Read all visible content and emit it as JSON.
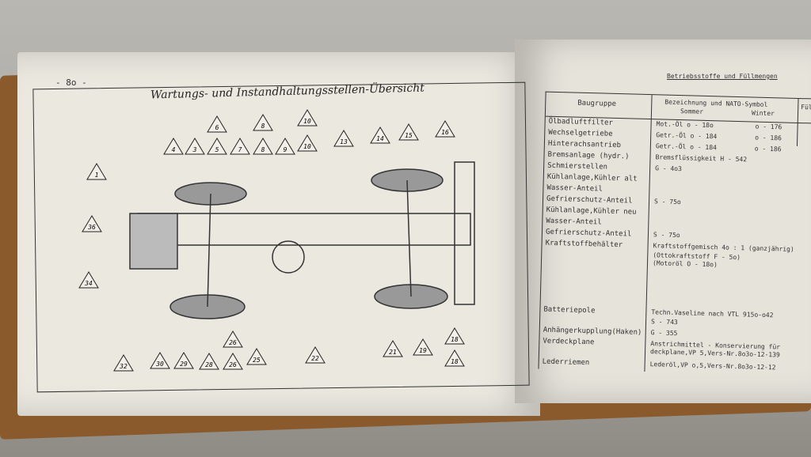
{
  "left_page": {
    "page_number": "- 8o -",
    "title": "Wartungs- und Instandhaltungsstellen-Übersicht",
    "labels": [
      "6",
      "8",
      "10",
      "4",
      "3",
      "5",
      "7",
      "8",
      "9",
      "10",
      "13",
      "14",
      "15",
      "16",
      "1",
      "36",
      "34",
      "32",
      "30",
      "29",
      "28",
      "26",
      "26",
      "25",
      "22",
      "21",
      "19",
      "18",
      "18"
    ]
  },
  "right_page": {
    "title": "Betriebsstoffe und Füllmengen",
    "headers": {
      "group": "Baugruppe",
      "designation": "Bezeichnung und NATO-Symbol",
      "summer": "Sommer",
      "winter": "Winter",
      "fill": "Füll L"
    },
    "rows": [
      {
        "group": "Ölbadluftfilter",
        "summer": "Mot.-Öl  o - 18o",
        "winter": "o - 176"
      },
      {
        "group": "Wechselgetriebe",
        "summer": "Getr.-Öl  o - 184",
        "winter": "o - 186"
      },
      {
        "group": "Hinterachsantrieb",
        "summer": "Getr.-Öl  o - 184",
        "winter": "o - 186"
      },
      {
        "group": "Bremsanlage (hydr.)",
        "summer": "Bremsflüssigkeit  H - 542",
        "winter": ""
      },
      {
        "group": "Schmierstellen",
        "summer": "G - 4o3",
        "winter": ""
      },
      {
        "group": "Kühlanlage,Kühler alt",
        "summer": "",
        "winter": ""
      },
      {
        "group": "Wasser-Anteil",
        "summer": "",
        "winter": ""
      },
      {
        "group": "Gefrierschutz-Anteil",
        "summer": "S - 75o",
        "winter": ""
      },
      {
        "group": "Kühlanlage,Kühler neu",
        "summer": "",
        "winter": ""
      },
      {
        "group": "Wasser-Anteil",
        "summer": "",
        "winter": ""
      },
      {
        "group": "Gefrierschutz-Anteil",
        "summer": "S - 75o",
        "winter": ""
      },
      {
        "group": "Kraftstoffbehälter",
        "summer": "Kraftstoffgemisch 4o : 1 (ganzjährig)",
        "winter": ""
      },
      {
        "group": "",
        "summer": "(Ottokraftstoff  F - 5o)",
        "winter": ""
      },
      {
        "group": "",
        "summer": "(Motoröl  O - 18o)",
        "winter": ""
      },
      {
        "group": "Batteriepole",
        "summer": "Techn.Vaseline nach VTL 915o-o42",
        "winter": ""
      },
      {
        "group": "",
        "summer": "S - 743",
        "winter": ""
      },
      {
        "group": "Anhängerkupplung(Haken)",
        "summer": "G - 355",
        "winter": ""
      },
      {
        "group": "Verdeckplane",
        "summer": "Anstrichmittel - Konservierung für",
        "winter": ""
      },
      {
        "group": "",
        "summer": "deckplane,VP 5,Vers-Nr.8o3o-12-139",
        "winter": ""
      },
      {
        "group": "Lederriemen",
        "summer": "Lederöl,VP o,5,Vers-Nr.8o3o-12-12",
        "winter": ""
      }
    ]
  }
}
